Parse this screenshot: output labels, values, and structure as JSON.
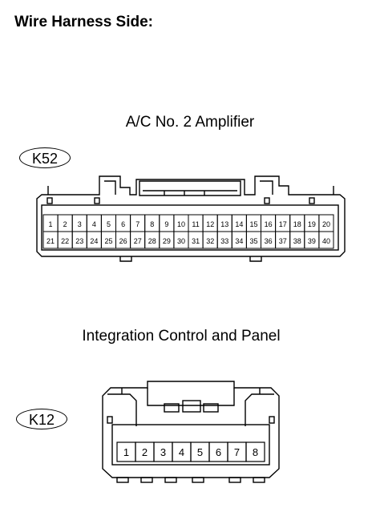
{
  "heading": "Wire Harness Side:",
  "connectors": {
    "k52": {
      "title": "A/C No. 2 Amplifier",
      "tag": "K52",
      "pins_top": [
        "1",
        "2",
        "3",
        "4",
        "5",
        "6",
        "7",
        "8",
        "9",
        "10",
        "11",
        "12",
        "13",
        "14",
        "15",
        "16",
        "17",
        "18",
        "19",
        "20"
      ],
      "pins_bottom": [
        "21",
        "22",
        "23",
        "24",
        "25",
        "26",
        "27",
        "28",
        "29",
        "30",
        "31",
        "32",
        "33",
        "34",
        "35",
        "36",
        "37",
        "38",
        "39",
        "40"
      ]
    },
    "k12": {
      "title": "Integration Control and Panel",
      "tag": "K12",
      "pins": [
        "1",
        "2",
        "3",
        "4",
        "5",
        "6",
        "7",
        "8"
      ]
    }
  }
}
